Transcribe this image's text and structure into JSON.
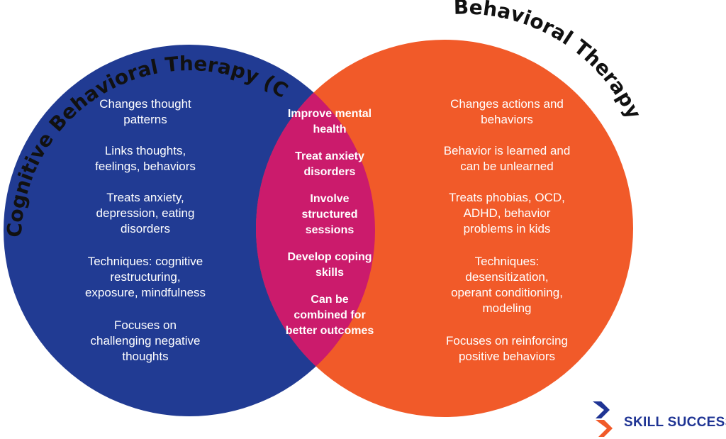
{
  "titles": {
    "left": "Cognitive Behavioral Therapy (CBT)",
    "right": "Behavioral Therapy"
  },
  "colors": {
    "left_circle": "#213b93",
    "right_circle": "#f15a29",
    "overlap": "#cb1b6c",
    "text": "#ffffff",
    "title": "#111111",
    "logo_blue": "#1f3494",
    "logo_orange": "#f15a29"
  },
  "left_items": [
    [
      "Changes thought",
      "patterns"
    ],
    [
      "Links thoughts,",
      "feelings, behaviors"
    ],
    [
      "Treats anxiety,",
      "depression, eating",
      "disorders"
    ],
    [
      "Techniques: cognitive",
      "restructuring,",
      "exposure, mindfulness"
    ],
    [
      "Focuses on",
      "challenging negative",
      "thoughts"
    ]
  ],
  "center_items": [
    [
      "Improve mental",
      "health"
    ],
    [
      "Treat anxiety",
      "disorders"
    ],
    [
      "Involve",
      "structured",
      "sessions"
    ],
    [
      "Develop coping",
      "skills"
    ],
    [
      "Can be",
      "combined for",
      "better outcomes"
    ]
  ],
  "right_items": [
    [
      "Changes actions and",
      "behaviors"
    ],
    [
      "Behavior is learned and",
      "can be unlearned"
    ],
    [
      "Treats phobias, OCD,",
      "ADHD, behavior",
      "problems in kids"
    ],
    [
      "Techniques:",
      "desensitization,",
      "operant conditioning,",
      "modeling"
    ],
    [
      "Focuses on reinforcing",
      "positive behaviors"
    ]
  ],
  "logo": {
    "text": "SKILL SUCCESS",
    "icon": "skill-success-logo-icon"
  }
}
